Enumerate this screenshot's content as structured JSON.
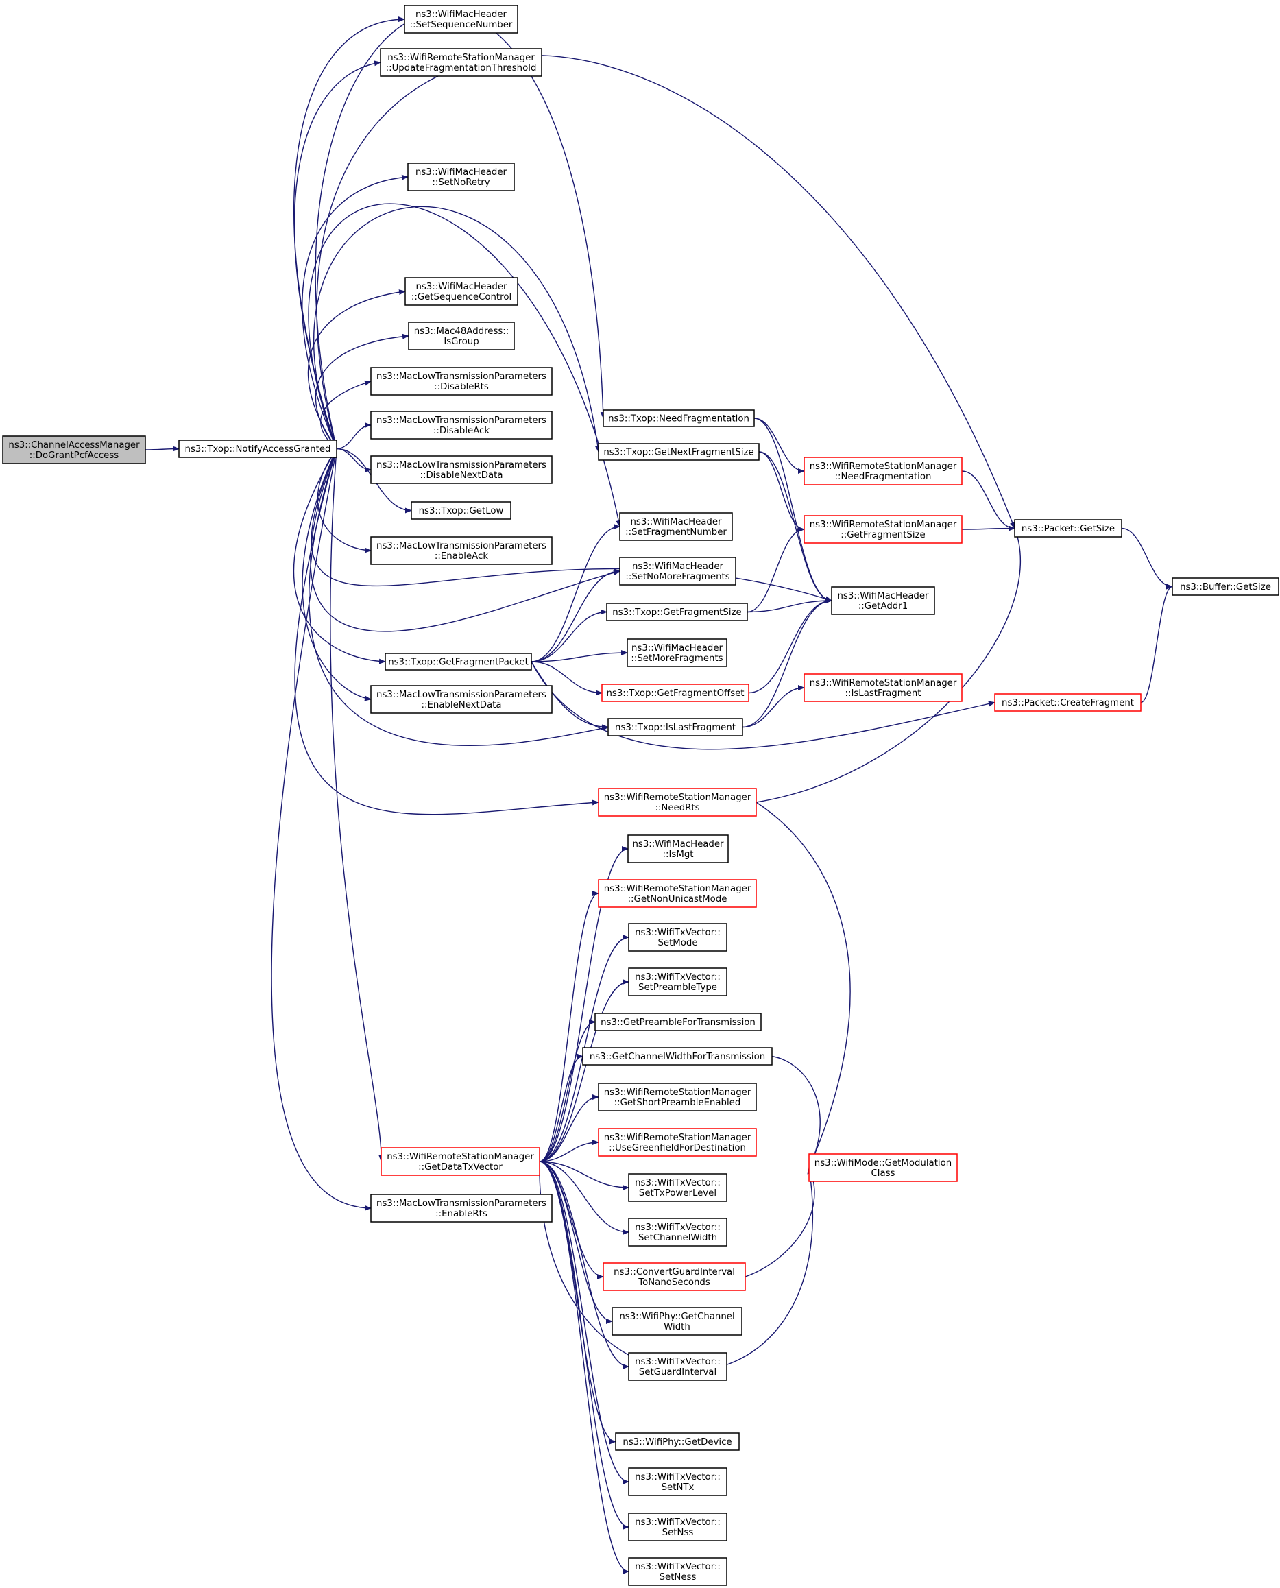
{
  "colors": {
    "edge": "#191970",
    "node_border": "#000000",
    "node_border_truncated": "#ff0000",
    "root_fill": "#bfbfbf"
  },
  "nodes": [
    {
      "id": "root",
      "lines": [
        "ns3::ChannelAccessManager",
        "::DoGrantPcfAccess"
      ],
      "style": "root"
    },
    {
      "id": "notify",
      "lines": [
        "ns3::Txop::NotifyAccessGranted"
      ],
      "style": "normal"
    },
    {
      "id": "setseq",
      "lines": [
        "ns3::WifiMacHeader",
        "::SetSequenceNumber"
      ],
      "style": "normal"
    },
    {
      "id": "updfrag",
      "lines": [
        "ns3::WifiRemoteStationManager",
        "::UpdateFragmentationThreshold"
      ],
      "style": "normal"
    },
    {
      "id": "setnoretry",
      "lines": [
        "ns3::WifiMacHeader",
        "::SetNoRetry"
      ],
      "style": "normal"
    },
    {
      "id": "getseqctl",
      "lines": [
        "ns3::WifiMacHeader",
        "::GetSequenceControl"
      ],
      "style": "normal"
    },
    {
      "id": "isgroup",
      "lines": [
        "ns3::Mac48Address::",
        "IsGroup"
      ],
      "style": "normal"
    },
    {
      "id": "disrts",
      "lines": [
        "ns3::MacLowTransmissionParameters",
        "::DisableRts"
      ],
      "style": "normal"
    },
    {
      "id": "disack",
      "lines": [
        "ns3::MacLowTransmissionParameters",
        "::DisableAck"
      ],
      "style": "normal"
    },
    {
      "id": "disnext",
      "lines": [
        "ns3::MacLowTransmissionParameters",
        "::DisableNextData"
      ],
      "style": "normal"
    },
    {
      "id": "getlow",
      "lines": [
        "ns3::Txop::GetLow"
      ],
      "style": "normal"
    },
    {
      "id": "enack",
      "lines": [
        "ns3::MacLowTransmissionParameters",
        "::EnableAck"
      ],
      "style": "normal"
    },
    {
      "id": "getfragpkt",
      "lines": [
        "ns3::Txop::GetFragmentPacket"
      ],
      "style": "normal"
    },
    {
      "id": "ennext",
      "lines": [
        "ns3::MacLowTransmissionParameters",
        "::EnableNextData"
      ],
      "style": "normal"
    },
    {
      "id": "getdatatx",
      "lines": [
        "ns3::WifiRemoteStationManager",
        "::GetDataTxVector"
      ],
      "style": "red"
    },
    {
      "id": "enrts",
      "lines": [
        "ns3::MacLowTransmissionParameters",
        "::EnableRts"
      ],
      "style": "normal"
    },
    {
      "id": "needfragtx",
      "lines": [
        "ns3::Txop::NeedFragmentation"
      ],
      "style": "normal"
    },
    {
      "id": "getnextfrag",
      "lines": [
        "ns3::Txop::GetNextFragmentSize"
      ],
      "style": "normal"
    },
    {
      "id": "setfragnum",
      "lines": [
        "ns3::WifiMacHeader",
        "::SetFragmentNumber"
      ],
      "style": "normal"
    },
    {
      "id": "setnomore",
      "lines": [
        "ns3::WifiMacHeader",
        "::SetNoMoreFragments"
      ],
      "style": "normal"
    },
    {
      "id": "getfragsize",
      "lines": [
        "ns3::Txop::GetFragmentSize"
      ],
      "style": "normal"
    },
    {
      "id": "setmore",
      "lines": [
        "ns3::WifiMacHeader",
        "::SetMoreFragments"
      ],
      "style": "normal"
    },
    {
      "id": "getfragoff",
      "lines": [
        "ns3::Txop::GetFragmentOffset"
      ],
      "style": "red"
    },
    {
      "id": "islast",
      "lines": [
        "ns3::Txop::IsLastFragment"
      ],
      "style": "normal"
    },
    {
      "id": "needrts",
      "lines": [
        "ns3::WifiRemoteStationManager",
        "::NeedRts"
      ],
      "style": "red"
    },
    {
      "id": "ismgt",
      "lines": [
        "ns3::WifiMacHeader",
        "::IsMgt"
      ],
      "style": "normal"
    },
    {
      "id": "getnonuni",
      "lines": [
        "ns3::WifiRemoteStationManager",
        "::GetNonUnicastMode"
      ],
      "style": "red"
    },
    {
      "id": "setmode",
      "lines": [
        "ns3::WifiTxVector::",
        "SetMode"
      ],
      "style": "normal"
    },
    {
      "id": "setpreamble",
      "lines": [
        "ns3::WifiTxVector::",
        "SetPreambleType"
      ],
      "style": "normal"
    },
    {
      "id": "getpreamble",
      "lines": [
        "ns3::GetPreambleForTransmission"
      ],
      "style": "normal"
    },
    {
      "id": "getchwidthtx",
      "lines": [
        "ns3::GetChannelWidthForTransmission"
      ],
      "style": "normal"
    },
    {
      "id": "getshort",
      "lines": [
        "ns3::WifiRemoteStationManager",
        "::GetShortPreambleEnabled"
      ],
      "style": "normal"
    },
    {
      "id": "usegreen",
      "lines": [
        "ns3::WifiRemoteStationManager",
        "::UseGreenfieldForDestination"
      ],
      "style": "red"
    },
    {
      "id": "settxpower",
      "lines": [
        "ns3::WifiTxVector::",
        "SetTxPowerLevel"
      ],
      "style": "normal"
    },
    {
      "id": "setchwidth",
      "lines": [
        "ns3::WifiTxVector::",
        "SetChannelWidth"
      ],
      "style": "normal"
    },
    {
      "id": "convgi",
      "lines": [
        "ns3::ConvertGuardInterval",
        "ToNanoSeconds"
      ],
      "style": "red"
    },
    {
      "id": "phychwidth",
      "lines": [
        "ns3::WifiPhy::GetChannel",
        "Width"
      ],
      "style": "normal"
    },
    {
      "id": "setgi",
      "lines": [
        "ns3::WifiTxVector::",
        "SetGuardInterval"
      ],
      "style": "normal"
    },
    {
      "id": "getdevice",
      "lines": [
        "ns3::WifiPhy::GetDevice"
      ],
      "style": "normal"
    },
    {
      "id": "setntx",
      "lines": [
        "ns3::WifiTxVector::",
        "SetNTx"
      ],
      "style": "normal"
    },
    {
      "id": "setnss",
      "lines": [
        "ns3::WifiTxVector::",
        "SetNss"
      ],
      "style": "normal"
    },
    {
      "id": "setness",
      "lines": [
        "ns3::WifiTxVector::",
        "SetNess"
      ],
      "style": "normal"
    },
    {
      "id": "rsmneedfrag",
      "lines": [
        "ns3::WifiRemoteStationManager",
        "::NeedFragmentation"
      ],
      "style": "red"
    },
    {
      "id": "rsmgetfragsize",
      "lines": [
        "ns3::WifiRemoteStationManager",
        "::GetFragmentSize"
      ],
      "style": "red"
    },
    {
      "id": "getaddr1",
      "lines": [
        "ns3::WifiMacHeader",
        "::GetAddr1"
      ],
      "style": "normal"
    },
    {
      "id": "rsmislast",
      "lines": [
        "ns3::WifiRemoteStationManager",
        "::IsLastFragment"
      ],
      "style": "red"
    },
    {
      "id": "getmodclass",
      "lines": [
        "ns3::WifiMode::GetModulation",
        "Class"
      ],
      "style": "red"
    },
    {
      "id": "pktgetsize",
      "lines": [
        "ns3::Packet::GetSize"
      ],
      "style": "normal"
    },
    {
      "id": "createfrag",
      "lines": [
        "ns3::Packet::CreateFragment"
      ],
      "style": "red"
    },
    {
      "id": "bufgetsize",
      "lines": [
        "ns3::Buffer::GetSize"
      ],
      "style": "normal"
    }
  ],
  "edges": [
    [
      "root",
      "notify"
    ],
    [
      "notify",
      "setseq"
    ],
    [
      "notify",
      "updfrag"
    ],
    [
      "notify",
      "pktgetsize"
    ],
    [
      "notify",
      "setnoretry"
    ],
    [
      "notify",
      "needfragtx"
    ],
    [
      "notify",
      "getnextfrag"
    ],
    [
      "notify",
      "setfragnum"
    ],
    [
      "notify",
      "getseqctl"
    ],
    [
      "notify",
      "isgroup"
    ],
    [
      "notify",
      "disrts"
    ],
    [
      "notify",
      "disack"
    ],
    [
      "notify",
      "disnext"
    ],
    [
      "notify",
      "getlow"
    ],
    [
      "notify",
      "enack"
    ],
    [
      "notify",
      "getaddr1"
    ],
    [
      "notify",
      "setnomore"
    ],
    [
      "notify",
      "getfragpkt"
    ],
    [
      "notify",
      "ennext"
    ],
    [
      "notify",
      "islast"
    ],
    [
      "notify",
      "needrts"
    ],
    [
      "notify",
      "getdatatx"
    ],
    [
      "notify",
      "enrts"
    ],
    [
      "needfragtx",
      "rsmneedfrag"
    ],
    [
      "needfragtx",
      "getaddr1"
    ],
    [
      "getnextfrag",
      "rsmgetfragsize"
    ],
    [
      "getnextfrag",
      "getaddr1"
    ],
    [
      "rsmneedfrag",
      "pktgetsize"
    ],
    [
      "rsmgetfragsize",
      "pktgetsize"
    ],
    [
      "pktgetsize",
      "bufgetsize"
    ],
    [
      "getfragpkt",
      "setfragnum"
    ],
    [
      "getfragpkt",
      "setnomore"
    ],
    [
      "getfragpkt",
      "getfragsize"
    ],
    [
      "getfragpkt",
      "setmore"
    ],
    [
      "getfragpkt",
      "getfragoff"
    ],
    [
      "getfragpkt",
      "islast"
    ],
    [
      "getfragpkt",
      "createfrag"
    ],
    [
      "getfragsize",
      "rsmgetfragsize"
    ],
    [
      "getfragsize",
      "getaddr1"
    ],
    [
      "getfragoff",
      "getaddr1"
    ],
    [
      "islast",
      "getaddr1"
    ],
    [
      "islast",
      "rsmislast"
    ],
    [
      "createfrag",
      "bufgetsize"
    ],
    [
      "needrts",
      "pktgetsize"
    ],
    [
      "needrts",
      "getmodclass"
    ],
    [
      "getdatatx",
      "ismgt"
    ],
    [
      "getdatatx",
      "getnonuni"
    ],
    [
      "getdatatx",
      "setmode"
    ],
    [
      "getdatatx",
      "setpreamble"
    ],
    [
      "getdatatx",
      "getpreamble"
    ],
    [
      "getdatatx",
      "getchwidthtx"
    ],
    [
      "getdatatx",
      "getshort"
    ],
    [
      "getdatatx",
      "usegreen"
    ],
    [
      "getdatatx",
      "settxpower"
    ],
    [
      "getdatatx",
      "setchwidth"
    ],
    [
      "getdatatx",
      "convgi"
    ],
    [
      "getdatatx",
      "phychwidth"
    ],
    [
      "getdatatx",
      "setgi"
    ],
    [
      "getdatatx",
      "getmodclass"
    ],
    [
      "getdatatx",
      "getdevice"
    ],
    [
      "getdatatx",
      "setntx"
    ],
    [
      "getdatatx",
      "setnss"
    ],
    [
      "getdatatx",
      "setness"
    ],
    [
      "getchwidthtx",
      "getmodclass"
    ],
    [
      "convgi",
      "getmodclass"
    ]
  ]
}
